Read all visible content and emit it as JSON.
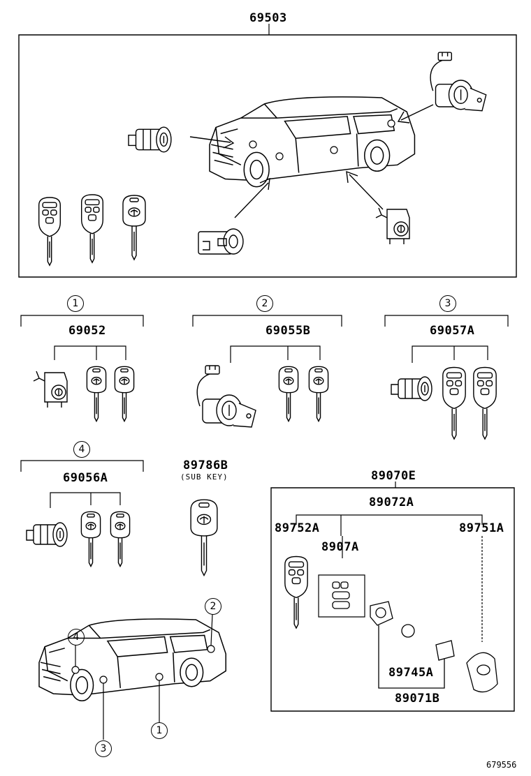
{
  "parts": {
    "main_set": "69503",
    "set_1": "69052",
    "set_2": "69055B",
    "set_3": "69057A",
    "set_4": "69056A",
    "sub_key": "89786B",
    "sub_key_note": "(SUB KEY)",
    "transmitter_assy": "89070E",
    "transmitter_sub": "89072A",
    "key_blank": "89752A",
    "button_pad": "8907A",
    "remote": "89751A",
    "battery": "89745A",
    "case": "89071B"
  },
  "callouts": {
    "c1": "1",
    "c2": "2",
    "c3": "3",
    "c4": "4"
  },
  "footer": {
    "diagram_id": "679556"
  }
}
